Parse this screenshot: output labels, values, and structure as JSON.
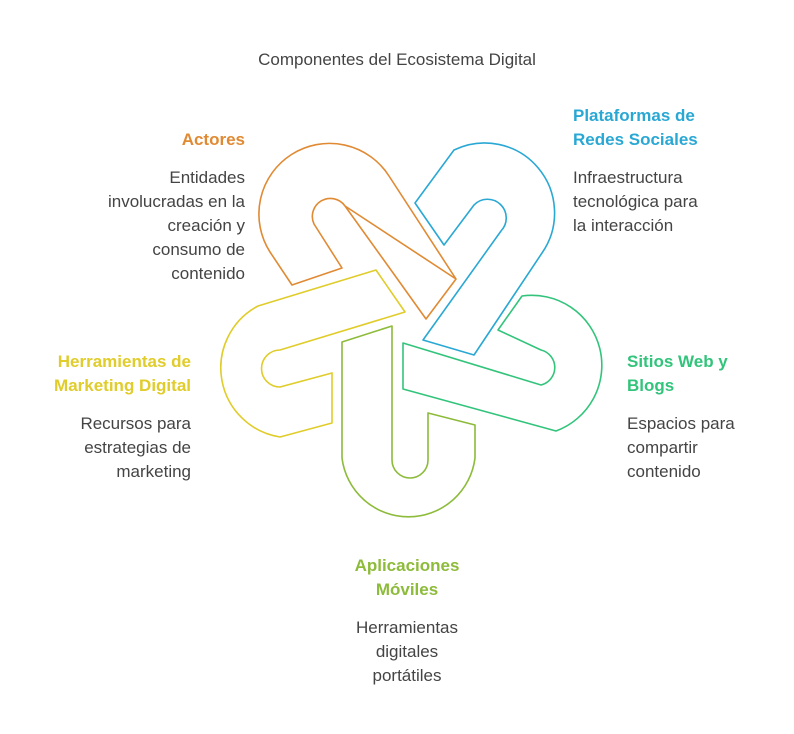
{
  "title": "Componentes del Ecosistema Digital",
  "colors": {
    "actores": "#e08a33",
    "redes": "#2aa8d4",
    "sitios": "#33c47c",
    "apps": "#8dbb3a",
    "herramientas": "#e0cc2a",
    "text": "#444444"
  },
  "components": {
    "actores": {
      "heading": "Actores",
      "description": "Entidades\ninvolucradas en la\ncreación y\nconsumo de\ncontenido"
    },
    "redes": {
      "heading": "Plataformas de\nRedes Sociales",
      "description": "Infraestructura\ntecnológica para\nla interacción"
    },
    "sitios": {
      "heading": "Sitios Web y\nBlogs",
      "description": "Espacios para\ncompartir\ncontenido"
    },
    "herramientas": {
      "heading": "Herramientas de\nMarketing Digital",
      "description": "Recursos para\nestrategias de\nmarketing"
    },
    "apps": {
      "heading": "Aplicaciones\nMóviles",
      "description": "Herramientas\ndigitales\nportátiles"
    }
  }
}
